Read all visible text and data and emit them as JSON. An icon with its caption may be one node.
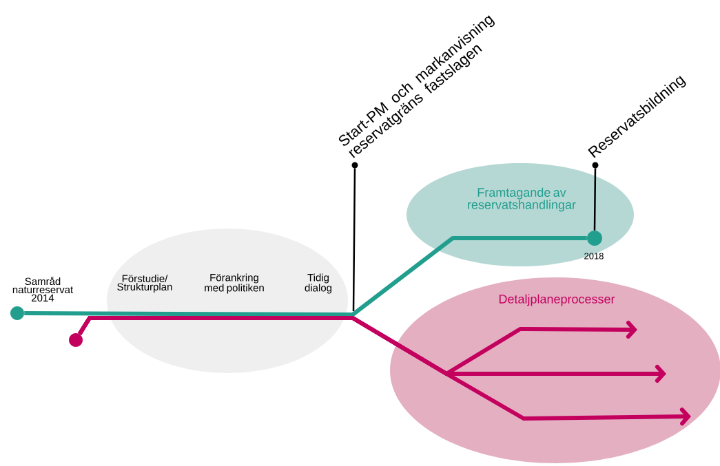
{
  "diagram": {
    "nodes": [
      {
        "text": [
          "Framtagande av reservatshandlingar"
        ]
      },
      {
        "text": [
          "Detaljplaneprocesser"
        ]
      },
      {
        "text": [],
        "shape": "circle",
        "beside": [
          "Samråd naturreservat 2014"
        ]
      },
      {
        "text": [],
        "shape": "circle"
      },
      {
        "text": [],
        "shape": "circle",
        "beside": [
          "2018"
        ],
        "in": 0
      },
      {
        "text": [
          "Start-PM och markanvisning reservatgräns fastslagen"
        ]
      },
      {
        "text": [
          "Reservatsbildning"
        ]
      }
    ],
    "edges": [
      {
        "from": 2,
        "to": 4,
        "arrow": "none",
        "color": "#229e8e"
      },
      {
        "from": 3,
        "to": 1,
        "arrow": "to",
        "color": "#c4005f"
      },
      {
        "from": 3,
        "to": 1,
        "arrow": "to",
        "color": "#c4005f"
      },
      {
        "from": 3,
        "to": 1,
        "arrow": "to",
        "color": "#c4005f"
      },
      {
        "from": 5,
        "to": null,
        "arrow": "none",
        "color": "#000000"
      },
      {
        "from": 6,
        "to": 4,
        "arrow": "none",
        "color": "#000000"
      }
    ],
    "labels": [
      "Förstudie/ Strukturplan",
      "Förankring med politiken",
      "Tidig dialog"
    ]
  }
}
